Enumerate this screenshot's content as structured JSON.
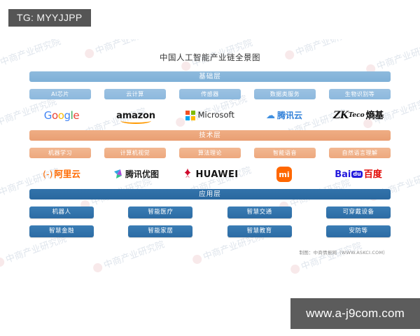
{
  "overlay": {
    "tg_tag": "TG: MYYJJPP",
    "site_tag": "www.a-j9com.com"
  },
  "chart": {
    "title": "中国人工智能产业链全景图",
    "source": "制图：中商情报网（WWW.ASKCI.COM）",
    "watermark_text": "中商产业研究院"
  },
  "colors": {
    "base_layer": "#8cb8dd",
    "tech_layer": "#eda87e",
    "app_layer": "#2c6ba4",
    "tag_background": "#555555",
    "site_background": "#5c5c5c"
  },
  "layers": [
    {
      "key": "base",
      "banner": "基础层",
      "items": [
        "AI芯片",
        "云计算",
        "传感器",
        "数据类服务",
        "生物识别等"
      ],
      "brands": [
        "Google",
        "amazon",
        "Microsoft",
        "腾讯云",
        "ZKTeco 熵基"
      ]
    },
    {
      "key": "tech",
      "banner": "技术层",
      "items": [
        "机器学习",
        "计算机视觉",
        "算法理论",
        "智能语音",
        "自然语言理解"
      ],
      "brands": [
        "阿里云",
        "腾讯优图",
        "HUAWEI",
        "mi",
        "Baidu 百度"
      ]
    },
    {
      "key": "app",
      "banner": "应用层",
      "items_row1": [
        "机器人",
        "智能医疗",
        "智慧交通",
        "可穿戴设备"
      ],
      "items_row2": [
        "智慧金融",
        "智能家居",
        "智慧教育",
        "安防等"
      ]
    }
  ],
  "brand_text": {
    "google": {
      "l1": "G",
      "l2": "o",
      "l3": "o",
      "l4": "g",
      "l5": "l",
      "l6": "e"
    },
    "amazon": "amazon",
    "microsoft": "Microsoft",
    "tencent_cloud": "腾讯云",
    "zkteco_main": "ZK",
    "zkteco_sub": "Teco",
    "zkteco_cn": "熵基",
    "aliyun_mark": "(-)",
    "aliyun": "阿里云",
    "youtu": "腾讯优图",
    "huawei": "HUAWEI",
    "xiaomi": "mi",
    "baidu_main": "Bai",
    "baidu_paw": "du",
    "baidu_cn": "百度"
  }
}
